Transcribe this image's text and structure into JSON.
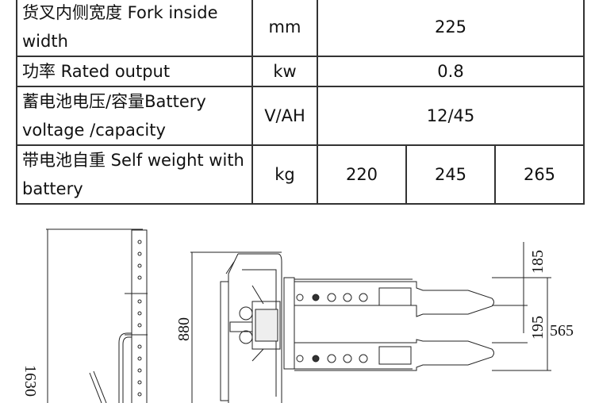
{
  "spec_table": {
    "rows": [
      {
        "label": "货叉内侧宽度 Fork inside width",
        "unit": "mm",
        "values": [
          "225"
        ]
      },
      {
        "label": "功率  Rated output",
        "unit": "kw",
        "values": [
          "0.8"
        ]
      },
      {
        "label": "蓄电池电压/容量Battery voltage /capacity",
        "unit": "V/AH",
        "values": [
          "12/45"
        ]
      },
      {
        "label": "带电池自重 Self weight with battery",
        "unit": "kg",
        "values": [
          "220",
          "245",
          "265"
        ]
      }
    ]
  },
  "drawing": {
    "height_dim": "1630",
    "length_dim": "880",
    "fork_width_dim": "185",
    "inner_gap_dim": "195",
    "overall_width_dim": "565"
  }
}
